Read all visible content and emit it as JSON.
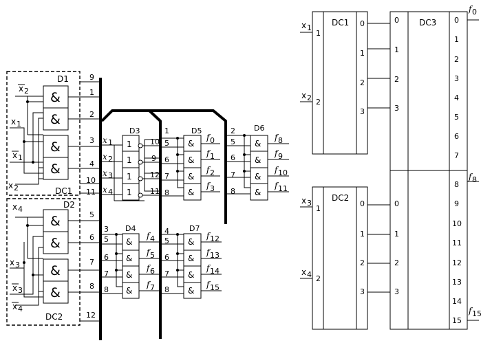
{
  "blocks": {
    "D1": "D1",
    "D2": "D2",
    "DC1": "DC1",
    "DC2": "DC2",
    "D3": "D3",
    "D4": "D4",
    "D5": "D5",
    "D6": "D6",
    "D7": "D7",
    "right_DC1": "DC1",
    "right_DC2": "DC2",
    "right_DC3": "DC3"
  },
  "symbols": {
    "and": "&",
    "one": "1"
  },
  "inputs": {
    "x1": "x",
    "x2": "x",
    "x3": "x",
    "x4": "x",
    "sub1": "1",
    "sub2": "2",
    "sub3": "3",
    "sub4": "4"
  },
  "bus_numbers_left": [
    "9",
    "1",
    "2",
    "3",
    "4",
    "10",
    "11",
    "5",
    "6",
    "7",
    "8",
    "12"
  ],
  "d3_inputs": [
    "1",
    "2",
    "3",
    "4"
  ],
  "d3_outputs": [
    "10",
    "9",
    "12",
    "11"
  ],
  "d5_label_top": "1",
  "d6_label_top": "2",
  "d4_label_top": "3",
  "d7_label_top": "4",
  "pin_inputs": [
    "5",
    "6",
    "7",
    "8"
  ],
  "outputs_d5": [
    "0",
    "1",
    "2",
    "3"
  ],
  "outputs_d6": [
    "8",
    "9",
    "10",
    "11"
  ],
  "outputs_d4": [
    "4",
    "5",
    "6",
    "7"
  ],
  "outputs_d7": [
    "12",
    "13",
    "14",
    "15"
  ],
  "f_letter": "f",
  "dc1_in_pins": [
    "1",
    "2"
  ],
  "dc1_out_pins": [
    "0",
    "1",
    "2",
    "3"
  ],
  "dc2_in_pins": [
    "1",
    "2"
  ],
  "dc2_out_pins": [
    "0",
    "1",
    "2",
    "3"
  ],
  "dc3_in_pins": [
    "0",
    "1",
    "2",
    "3",
    "0",
    "1",
    "2",
    "3"
  ],
  "dc3_out_pins": [
    "0",
    "1",
    "2",
    "3",
    "4",
    "5",
    "6",
    "7",
    "8",
    "9",
    "10",
    "11",
    "12",
    "13",
    "14",
    "15"
  ],
  "dc3_out_labels": {
    "f0": "0",
    "f8": "8",
    "f15": "15"
  }
}
